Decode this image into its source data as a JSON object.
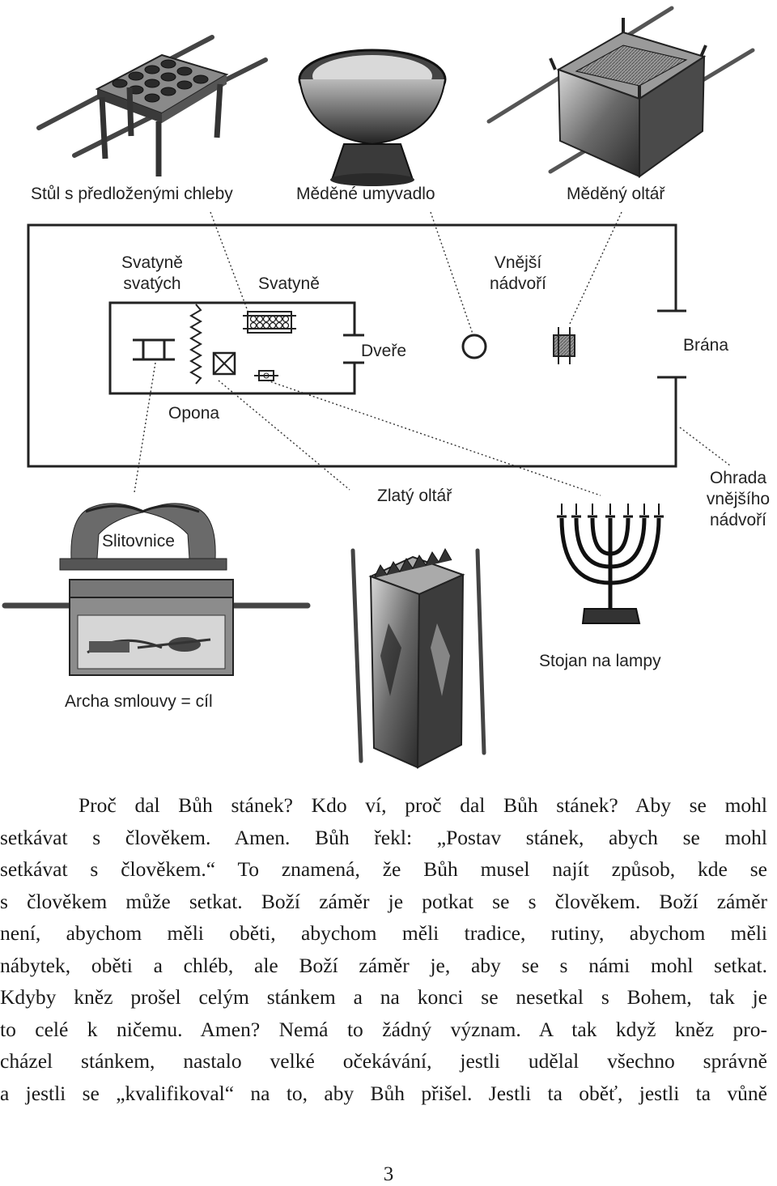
{
  "labels": {
    "table": "Stůl s předloženými chleby",
    "laver": "Měděné umyvadlo",
    "bronze_altar": "Měděný oltář",
    "holy_of_holies_line1": "Svatyně",
    "holy_of_holies_line2": "svatých",
    "holy_place": "Svatyně",
    "outer_court_line1": "Vnější",
    "outer_court_line2": "nádvoří",
    "door": "Dveře",
    "gate": "Brána",
    "curtain": "Opona",
    "mercy_seat": "Slitovnice",
    "golden_altar": "Zlatý oltář",
    "fence_line1": "Ohrada",
    "fence_line2": "vnějšího",
    "fence_line3": "nádvoří",
    "lampstand": "Stojan na lampy",
    "ark": "Archa smlouvy = cíl"
  },
  "body_lines": [
    "Proč dal Bůh stánek? Kdo ví, proč dal Bůh stánek? Aby se mohl",
    "setkávat s člověkem. Amen. Bůh řekl: „Postav stánek, abych se mohl",
    "setkávat s člověkem.“ To znamená, že Bůh musel najít způsob, kde se",
    "s člověkem může setkat. Boží záměr je potkat se s člověkem. Boží záměr",
    "není, abychom měli oběti, abychom měli tradice, rutiny, abychom měli",
    "nábytek, oběti a chléb, ale Boží záměr je, aby se s námi mohl setkat.",
    "Kdyby kněz prošel celým stánkem a na konci se nesetkal s Bohem, tak je",
    "to celé k ničemu. Amen? Nemá to žádný význam. A tak když kněz pro-",
    "cházel stánkem, nastalo velké očekávání, jestli udělal všechno správně",
    "a jestli se „kvalifikoval“ na to, aby Bůh přišel. Jestli ta oběť, jestli ta vůně"
  ],
  "page_number": "3"
}
